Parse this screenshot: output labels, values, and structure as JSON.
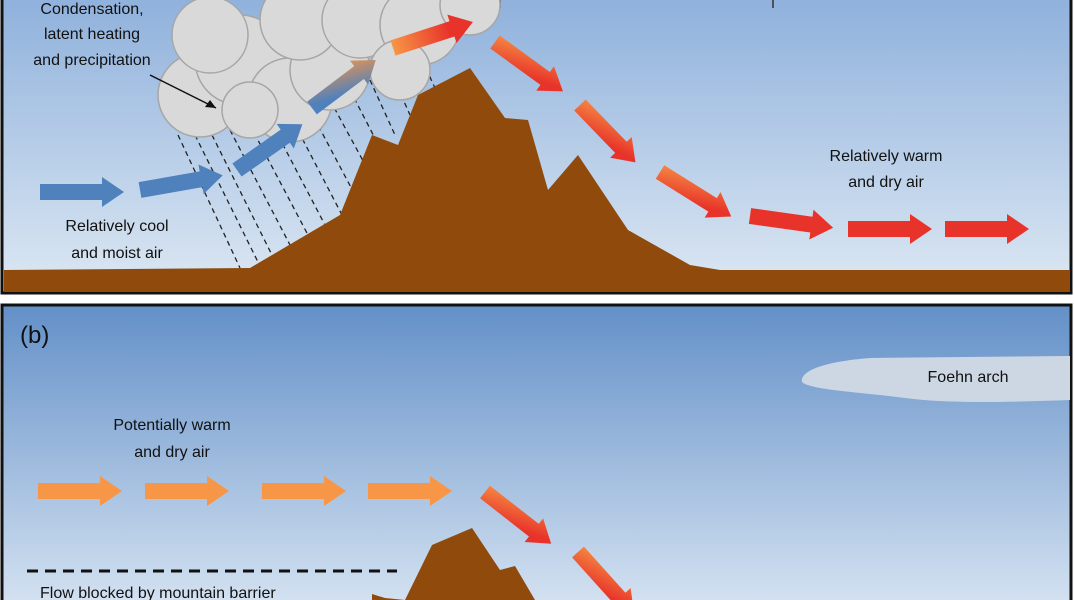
{
  "panel_a": {
    "cloud_label": [
      "Condensation,",
      "latent heating",
      "and precipitation"
    ],
    "upwind_label": [
      "Relatively cool",
      "and moist air"
    ],
    "downwind_label": [
      "Relatively warm",
      "and dry air"
    ]
  },
  "panel_b": {
    "panel_label": "(b)",
    "arch_label": "Foehn arch",
    "upstream_label": [
      "Potentially warm",
      "and dry air"
    ],
    "blocked_label": "Flow blocked by mountain barrier"
  },
  "colors": {
    "cool": "#4f81bd",
    "warm": "#f79646",
    "hot": "#e8332a",
    "ground": "#8f4a0c",
    "cloud": "#d9d9d9"
  }
}
